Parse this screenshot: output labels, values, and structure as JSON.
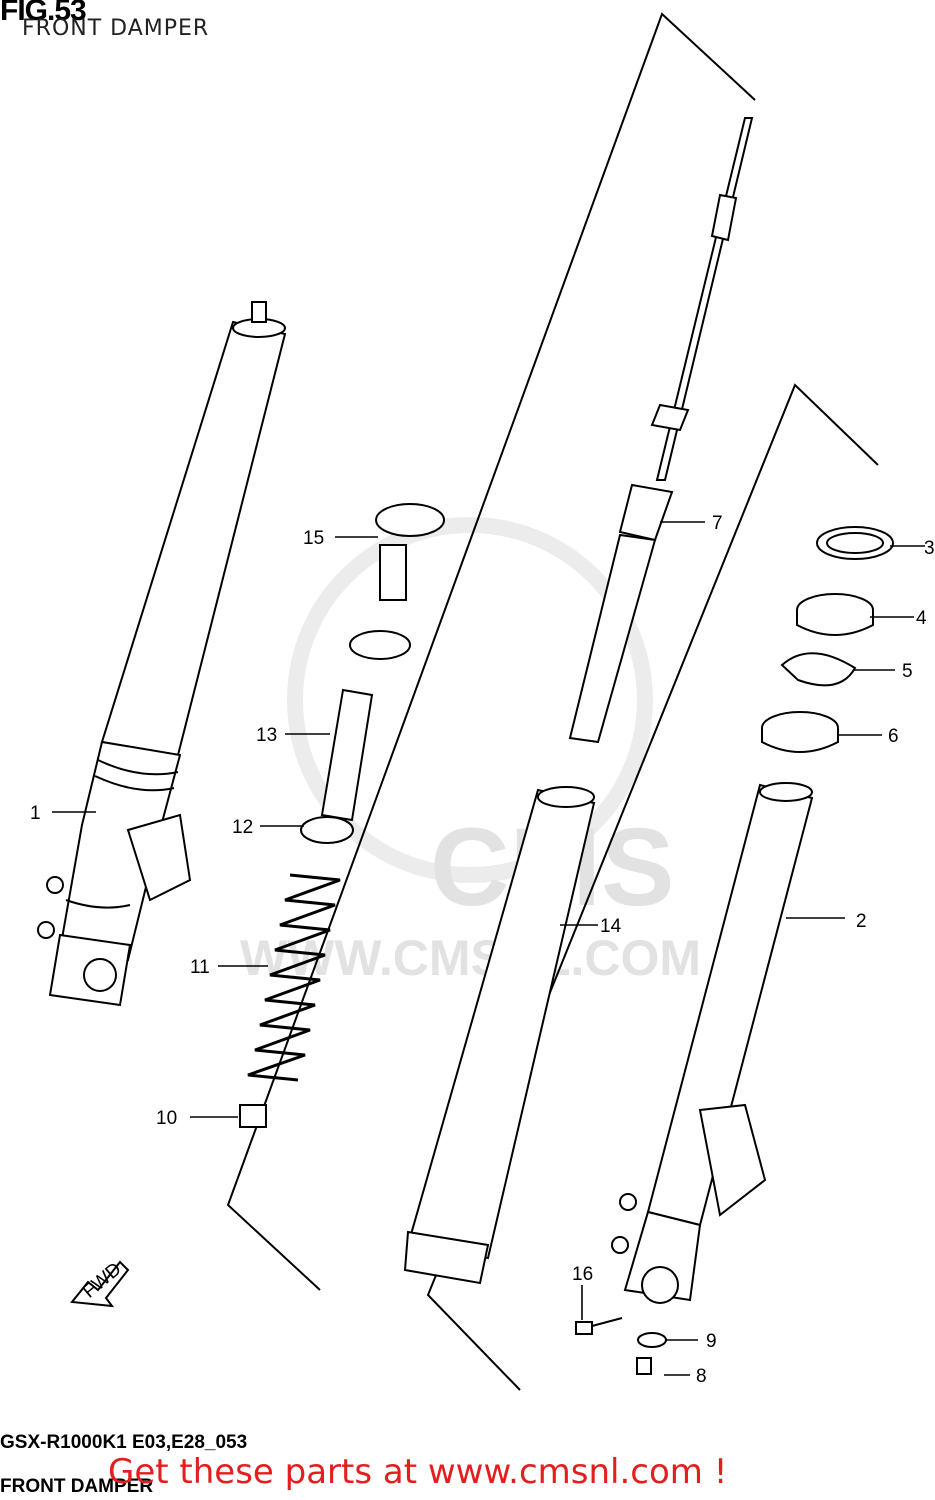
{
  "header": {
    "fig_number": "FIG.53",
    "title": "FRONT DAMPER"
  },
  "footer": {
    "code": "GSX-R1000K1 E03,E28_053",
    "caption": "FRONT DAMPER",
    "banner": "Get these parts at www.cmsnl.com !"
  },
  "watermark": {
    "logo": "CMS",
    "url": "WWW.CMSNL.COM"
  },
  "direction_marker": "FWD",
  "callouts": [
    "1",
    "2",
    "3",
    "4",
    "5",
    "6",
    "7",
    "8",
    "9",
    "10",
    "11",
    "12",
    "13",
    "14",
    "15",
    "16"
  ]
}
